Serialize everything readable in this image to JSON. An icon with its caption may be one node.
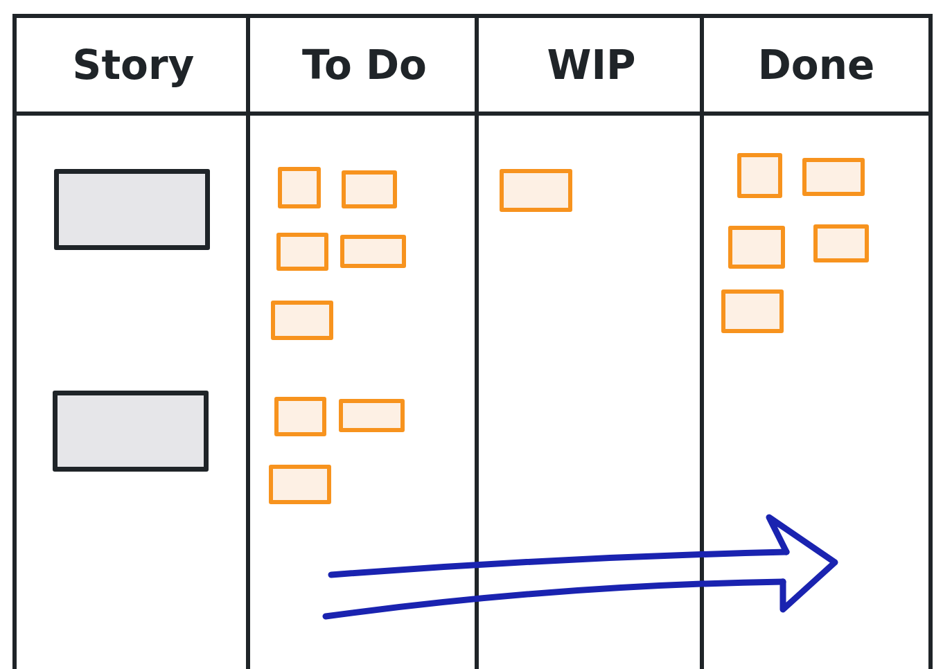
{
  "diagram": {
    "nodes": [
      {
        "text": [
          "Story"
        ]
      },
      {
        "text": [],
        "shape": "box",
        "in": 0
      },
      {
        "text": [],
        "shape": "box",
        "in": 0
      },
      {
        "text": [
          "To Do"
        ]
      },
      {
        "text": [],
        "shape": "note",
        "in": 3
      },
      {
        "text": [],
        "shape": "note",
        "in": 3
      },
      {
        "text": [],
        "shape": "note",
        "in": 3
      },
      {
        "text": [],
        "shape": "note",
        "in": 3
      },
      {
        "text": [],
        "shape": "note",
        "in": 3
      },
      {
        "text": [],
        "shape": "note",
        "in": 3
      },
      {
        "text": [],
        "shape": "note",
        "in": 3
      },
      {
        "text": [],
        "shape": "note",
        "in": 3
      },
      {
        "text": [
          "WIP"
        ]
      },
      {
        "text": [],
        "shape": "note",
        "in": 12
      },
      {
        "text": [
          "Done"
        ]
      },
      {
        "text": [],
        "shape": "note",
        "in": 14
      },
      {
        "text": [],
        "shape": "note",
        "in": 14
      },
      {
        "text": [],
        "shape": "note",
        "in": 14
      },
      {
        "text": [],
        "shape": "note",
        "in": 14
      },
      {
        "text": [],
        "shape": "note",
        "in": 14
      }
    ]
  }
}
